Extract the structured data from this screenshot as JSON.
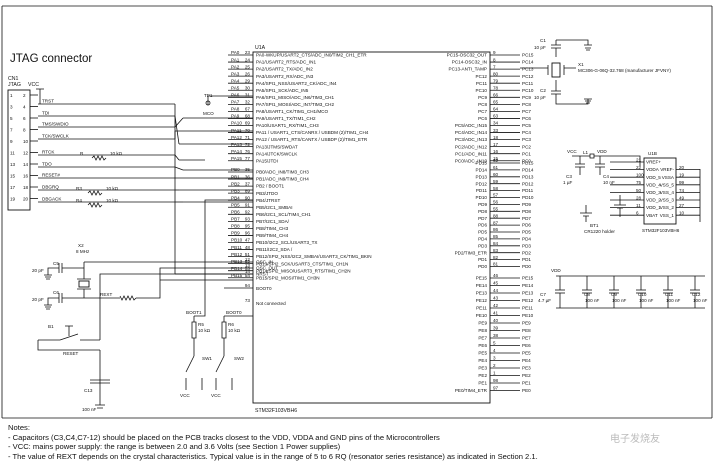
{
  "jtag": {
    "title": "JTAG connector",
    "connector_ref": "CN1",
    "connector_name": "JTAG",
    "vcc": "VCC",
    "pins": [
      "1",
      "2",
      "3",
      "4",
      "5",
      "6",
      "7",
      "8",
      "9",
      "10",
      "11",
      "12",
      "13",
      "14",
      "15",
      "16",
      "17",
      "18",
      "19",
      "20"
    ],
    "signals": [
      "TRST",
      "TDI",
      "TMS/SWDIO",
      "TCK/SWCLK",
      "RTCK",
      "TDO",
      "RESET#",
      "DBGRQ",
      "DBGACK"
    ],
    "resistors": [
      {
        "ref": "R",
        "value": "10 kΩ"
      },
      {
        "ref": "R3",
        "value": "10 kΩ"
      },
      {
        "ref": "R4",
        "value": "10 kΩ"
      }
    ],
    "tp": {
      "ref": "TP1",
      "label": "MCO"
    }
  },
  "mcu": {
    "ref_a": "U1A",
    "part_a": "STM32F103VBH6",
    "pa_pins": [
      {
        "port": "PA0",
        "num": "23",
        "func": "PA0-WKUP/USART2_CTS/ADC_IN0/TIM2_CH1_ETR"
      },
      {
        "port": "PA1",
        "num": "24",
        "func": "PA1/USART2_RTS/ADC_IN1"
      },
      {
        "port": "PA2",
        "num": "25",
        "func": "PA2/USART2_TX/ADC_IN2"
      },
      {
        "port": "PA3",
        "num": "26",
        "func": "PA3/USART2_RX/ADC_IN3"
      },
      {
        "port": "PA4",
        "num": "29",
        "func": "PA4/SPI1_NSS/USART2_CK/ADC_IN4"
      },
      {
        "port": "PA5",
        "num": "30",
        "func": "PA5/SPI1_SCK/ADC_IN5"
      },
      {
        "port": "PA6",
        "num": "31",
        "func": "PA6/SPI1_MISO/ADC_IN6/TIM3_CH1"
      },
      {
        "port": "PA7",
        "num": "32",
        "func": "PA7/SPI1_MOSI/ADC_IN7/TIM3_CH2"
      },
      {
        "port": "PA8",
        "num": "67",
        "func": "PA8/USART1_CK/TIM1_CH1/MCO"
      },
      {
        "port": "PA9",
        "num": "68",
        "func": "PA9/USART1_TX/TIM1_CH2"
      },
      {
        "port": "PA10",
        "num": "69",
        "func": "PA10/USART1_RX/TIM1_CH3"
      },
      {
        "port": "PA11",
        "num": "70",
        "func": "PA11 / USART1_CTS/CANRX / USBDM (2)/TIM1_CH4"
      },
      {
        "port": "PA12",
        "num": "71",
        "func": "PA12 / USART1_RTS/CANTX / USBDP (2)/TIM1_ETR"
      },
      {
        "port": "PA13",
        "num": "72",
        "func": "PA13/JTMS/SWDAT"
      },
      {
        "port": "PA14",
        "num": "76",
        "func": "PA14/JTCK/SWCLK"
      },
      {
        "port": "PA15",
        "num": "77",
        "func": "PA15/JTDI"
      }
    ],
    "pb_pins": [
      {
        "port": "PB0",
        "num": "35",
        "func": "PB0/ADC_IN8/TIM3_CH3"
      },
      {
        "port": "PB1",
        "num": "36",
        "func": "PB1/ADC_IN9/TIM3_CH4"
      },
      {
        "port": "PB2",
        "num": "37",
        "func": "PB2 / BOOT1"
      },
      {
        "port": "PB3",
        "num": "89",
        "func": "PB3/JTDO"
      },
      {
        "port": "PB4",
        "num": "90",
        "func": "PB4/JTRST"
      },
      {
        "port": "PB5",
        "num": "91",
        "func": "PB5/I2C1_SMBAI"
      },
      {
        "port": "PB6",
        "num": "92",
        "func": "PB6/I2C1_SCL/TIM4_CH1"
      },
      {
        "port": "PB7",
        "num": "93",
        "func": "PB7/I2C1_SDA/"
      },
      {
        "port": "PB8",
        "num": "95",
        "func": "PB8/TIM4_CH3"
      },
      {
        "port": "PB9",
        "num": "96",
        "func": "PB9/TIM4_CH4"
      },
      {
        "port": "PB10",
        "num": "47",
        "func": "PB10/I2C2_SCL/USART3_TX"
      },
      {
        "port": "PB11",
        "num": "48",
        "func": "PB11/I2C2_SDA /"
      },
      {
        "port": "PB12",
        "num": "51",
        "func": "PB12/SPI2_NSS/I2C2_SMBAI/USART3_CK/TIM1_BKIN"
      },
      {
        "port": "PB13",
        "num": "52",
        "func": "PB13/SPI2_SCK/USART3_CTS/TIM1_CH1N"
      },
      {
        "port": "PB14",
        "num": "53",
        "func": "PB14/SPI2_MISO/USART3_RTS/TIM1_CH2N"
      },
      {
        "port": "PB15",
        "num": "54",
        "func": "PB15/SPI2_MOSI/TIM1_CH3N"
      }
    ],
    "osc_pins": [
      {
        "func": "OSC_IN",
        "num": "12"
      },
      {
        "func": "OSC_OUT",
        "num": "13"
      },
      {
        "func": "NRST",
        "num": "14"
      }
    ],
    "boot_pin": {
      "func": "BOOT0",
      "num": "94"
    },
    "nc_label": "Not connected",
    "pc_left": [
      {
        "func": "PC15-OSC32_OUT",
        "num": "9",
        "port": "PC15"
      },
      {
        "func": "PC14-OSC32_IN",
        "num": "8",
        "port": "PC14"
      },
      {
        "func": "PC13-ANTI_TAMP",
        "num": "7",
        "port": "PC13"
      },
      {
        "func": "PC12",
        "num": "80",
        "port": "PC12"
      },
      {
        "func": "PC11",
        "num": "79",
        "port": "PC11"
      },
      {
        "func": "PC10",
        "num": "78",
        "port": "PC10"
      },
      {
        "func": "PC9",
        "num": "66",
        "port": "PC9"
      },
      {
        "func": "PC8",
        "num": "65",
        "port": "PC8"
      },
      {
        "func": "PC7",
        "num": "64",
        "port": "PC7"
      },
      {
        "func": "PC6",
        "num": "63",
        "port": "PC6"
      },
      {
        "func": "PC5/ADC_IN15",
        "num": "34",
        "port": "PC5"
      },
      {
        "func": "PC4/ADC_IN14",
        "num": "33",
        "port": "PC4"
      },
      {
        "func": "PC3/ADC_IN13",
        "num": "18",
        "port": "PC3"
      },
      {
        "func": "PC2/ADC_IN12",
        "num": "17",
        "port": "PC2"
      },
      {
        "func": "PC1/ADC_IN11",
        "num": "16",
        "port": "PC1"
      },
      {
        "func": "PC0/ADC_IN10",
        "num": "15",
        "port": "PC0"
      }
    ],
    "pd_pins": [
      {
        "func": "PD15",
        "num": "62",
        "port": "PD15"
      },
      {
        "func": "PD14",
        "num": "61",
        "port": "PD14"
      },
      {
        "func": "PD13",
        "num": "60",
        "port": "PD13"
      },
      {
        "func": "PD12",
        "num": "59",
        "port": "PD12"
      },
      {
        "func": "PD11",
        "num": "58",
        "port": "PD11"
      },
      {
        "func": "PD10",
        "num": "57",
        "port": "PD10"
      },
      {
        "func": "PD9",
        "num": "56",
        "port": "PD9"
      },
      {
        "func": "PD8",
        "num": "55",
        "port": "PD8"
      },
      {
        "func": "PD7",
        "num": "88",
        "port": "PD7"
      },
      {
        "func": "PD6",
        "num": "87",
        "port": "PD6"
      },
      {
        "func": "PD5",
        "num": "86",
        "port": "PD5"
      },
      {
        "func": "PD4",
        "num": "85",
        "port": "PD4"
      },
      {
        "func": "PD3",
        "num": "84",
        "port": "PD3"
      },
      {
        "func": "PD2/TIM3_ETR",
        "num": "83",
        "port": "PD2"
      },
      {
        "func": "PD1",
        "num": "82",
        "port": "PD1"
      },
      {
        "func": "PD0",
        "num": "81",
        "port": "PD0"
      }
    ],
    "pe_pins": [
      {
        "func": "PE15",
        "num": "46",
        "port": "PE15"
      },
      {
        "func": "PE14",
        "num": "45",
        "port": "PE14"
      },
      {
        "func": "PE13",
        "num": "44",
        "port": "PE13"
      },
      {
        "func": "PE12",
        "num": "43",
        "port": "PE12"
      },
      {
        "func": "PE11",
        "num": "42",
        "port": "PE11"
      },
      {
        "func": "PE10",
        "num": "41",
        "port": "PE10"
      },
      {
        "func": "PE9",
        "num": "40",
        "port": "PE9"
      },
      {
        "func": "PE8",
        "num": "39",
        "port": "PE8"
      },
      {
        "func": "PE7",
        "num": "38",
        "port": "PE7"
      },
      {
        "func": "PE6",
        "num": "5",
        "port": "PE6"
      },
      {
        "func": "PE5",
        "num": "4",
        "port": "PE5"
      },
      {
        "func": "PE4",
        "num": "3",
        "port": "PE4"
      },
      {
        "func": "PE3",
        "num": "2",
        "port": "PE3"
      },
      {
        "func": "PE2",
        "num": "1",
        "port": "PE2"
      },
      {
        "func": "PE1",
        "num": "98",
        "port": "PE1"
      },
      {
        "func": "PE0/TIM4_ETR",
        "num": "97",
        "port": "PE0"
      }
    ]
  },
  "crystal32": {
    "c1": {
      "ref": "C1",
      "value": "10 pF"
    },
    "c2": {
      "ref": "C2",
      "value": "10 pF"
    },
    "x1": {
      "ref": "X1",
      "value": "MC306-G-06Q-32.768 (manufacturer JFVNY)"
    }
  },
  "power": {
    "ref_b": "U1B",
    "part_b": "STM32F103VBH6",
    "vcc": "VCC",
    "vdd": "VDD",
    "l1": {
      "ref": "L1"
    },
    "c3": {
      "ref": "C3",
      "value": "1 µF"
    },
    "c4": {
      "ref": "C4",
      "value": "10 nF"
    },
    "bt1": {
      "ref": "BT1",
      "value": "CR1220 holder"
    },
    "pins_left": [
      "VREF+",
      "VDDA",
      "VDD_5",
      "VDD_4",
      "VDD_3",
      "VDD_2",
      "VDD_1",
      "VBAT"
    ],
    "pins_right": [
      "VREF-",
      "VSSA",
      "VSS_5",
      "VSS_4",
      "VSS_3",
      "VSS_2",
      "VSS_1"
    ],
    "nums_left": [
      "21",
      "22",
      "100",
      "75",
      "50",
      "28",
      "11",
      "6"
    ],
    "nums_right": [
      "20",
      "19",
      "99",
      "74",
      "49",
      "27",
      "10"
    ],
    "c7": {
      "ref": "C7",
      "value": "4.7 µF"
    },
    "decoupling": [
      {
        "ref": "C8",
        "value": "100 nF"
      },
      {
        "ref": "C9",
        "value": "100 nF"
      },
      {
        "ref": "C10",
        "value": "100 nF"
      },
      {
        "ref": "C11",
        "value": "100 nF"
      },
      {
        "ref": "C12",
        "value": "100 nF"
      }
    ]
  },
  "osc8": {
    "x2": {
      "ref": "X2",
      "value": "8 MHz"
    },
    "c5": {
      "ref": "C5",
      "value": "20 pF"
    },
    "c6": {
      "ref": "C6",
      "value": "20 pF"
    },
    "rext": "REXT"
  },
  "reset": {
    "b1": "B1",
    "label": "RESET",
    "c13": {
      "ref": "C13",
      "value": "100 nF"
    }
  },
  "boot": {
    "boot1": "BOOT1",
    "boot0": "BOOT0",
    "r5": {
      "ref": "R5",
      "value": "10 kΩ"
    },
    "r6": {
      "ref": "R6",
      "value": "10 kΩ"
    },
    "sw1": "SW1",
    "sw2": "SW2",
    "vcc": "VCC"
  },
  "notes": {
    "heading": "Notes:",
    "lines": [
      "- Capacitors (C3,C4,C7-12) should be placed on the PCB tracks closest to the VDD, VDDA and GND pins of the Microcontrollers",
      "- VCC: mains power supply: the range is between 2.0  and 3.6 Volts (see Section 1 Power supplies)",
      "- The value of REXT depends on the crystal characteristics. Typical value is in the range of 5 to 6 RQ (resonator series resistance) as indicated in Section 2.1."
    ]
  },
  "watermark": "电子发烧友"
}
